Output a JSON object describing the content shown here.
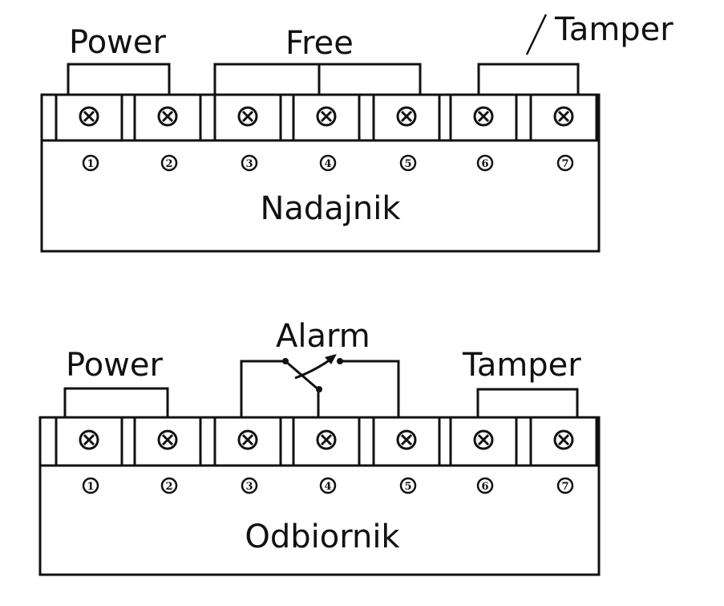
{
  "diagram": {
    "transmitter": {
      "title": "Nadajnik",
      "terminals": [
        "1",
        "2",
        "3",
        "4",
        "5",
        "6",
        "7"
      ],
      "groups": [
        {
          "label": "Power",
          "terminals": [
            1,
            2
          ]
        },
        {
          "label": "Free",
          "terminals": [
            3,
            4,
            5
          ]
        },
        {
          "label": "Tamper",
          "terminals": [
            6,
            7
          ]
        }
      ]
    },
    "receiver": {
      "title": "Odbiornik",
      "terminals": [
        "1",
        "2",
        "3",
        "4",
        "5",
        "6",
        "7"
      ],
      "groups": [
        {
          "label": "Power",
          "terminals": [
            1,
            2
          ]
        },
        {
          "label": "Alarm",
          "terminals": [
            3,
            4,
            5
          ],
          "type": "relay-switch"
        },
        {
          "label": "Tamper",
          "terminals": [
            6,
            7
          ]
        }
      ]
    }
  }
}
